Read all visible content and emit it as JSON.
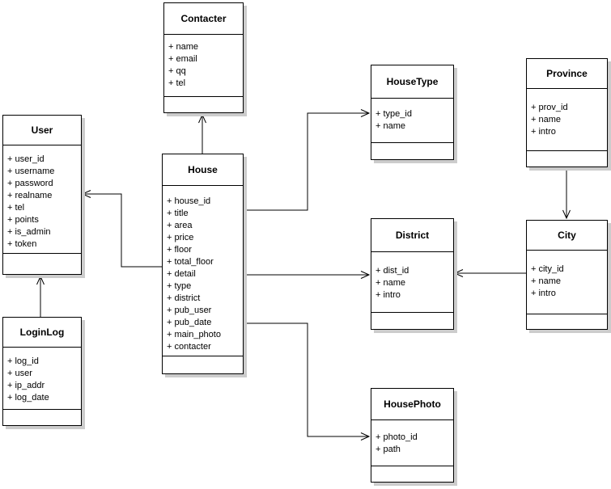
{
  "style": {
    "background": "#ffffff",
    "box_fill": "#ffffff",
    "box_border": "#000000",
    "box_shadow": "#cccccc",
    "line_color": "#000000"
  },
  "entities": {
    "contacter": {
      "name": "Contacter",
      "attributes": [
        "+ name",
        "+ email",
        "+ qq",
        "+ tel"
      ]
    },
    "user": {
      "name": "User",
      "attributes": [
        "+ user_id",
        "+ username",
        "+ password",
        "+ realname",
        "+ tel",
        "+ points",
        "+ is_admin",
        "+ token"
      ]
    },
    "loginlog": {
      "name": "LoginLog",
      "attributes": [
        "+ log_id",
        "+ user",
        "+ ip_addr",
        "+ log_date"
      ]
    },
    "house": {
      "name": "House",
      "attributes": [
        "+ house_id",
        "+ title",
        "+ area",
        "+ price",
        "+ floor",
        "+ total_floor",
        "+ detail",
        "+ type",
        "+ district",
        "+ pub_user",
        "+ pub_date",
        "+ main_photo",
        "+ contacter"
      ]
    },
    "housetype": {
      "name": "HouseType",
      "attributes": [
        "+ type_id",
        "+ name"
      ]
    },
    "province": {
      "name": "Province",
      "attributes": [
        "+ prov_id",
        "+ name",
        "+ intro"
      ]
    },
    "district": {
      "name": "District",
      "attributes": [
        "+ dist_id",
        "+ name",
        "+ intro"
      ]
    },
    "city": {
      "name": "City",
      "attributes": [
        "+ city_id",
        "+ name",
        "+ intro"
      ]
    },
    "housephoto": {
      "name": "HousePhoto",
      "attributes": [
        "+ photo_id",
        "+ path"
      ]
    }
  },
  "relationships": [
    {
      "from": "House",
      "to": "Contacter"
    },
    {
      "from": "House",
      "to": "User"
    },
    {
      "from": "LoginLog",
      "to": "User"
    },
    {
      "from": "House",
      "to": "HouseType"
    },
    {
      "from": "House",
      "to": "District"
    },
    {
      "from": "House",
      "to": "HousePhoto"
    },
    {
      "from": "City",
      "to": "District"
    },
    {
      "from": "Province",
      "to": "City"
    }
  ]
}
